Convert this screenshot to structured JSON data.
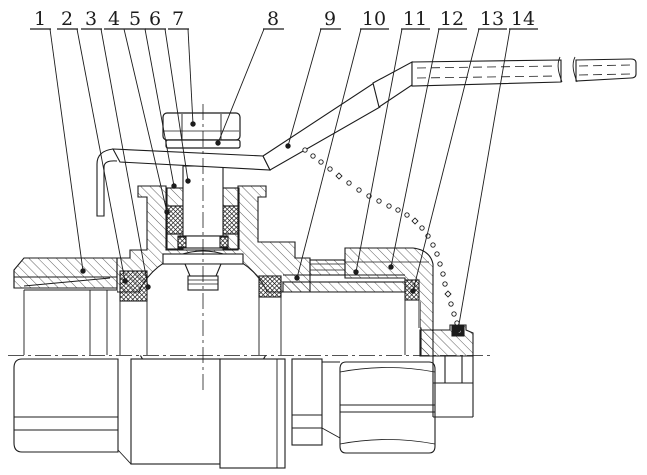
{
  "figure": {
    "kind": "technical-sectional-drawing",
    "subject": "Ball valve assembly cross-section with lever handle and retaining chain",
    "background_color": "#ffffff",
    "line_color": "#1c1c1c"
  },
  "callouts": {
    "labels": [
      "1",
      "2",
      "3",
      "4",
      "5",
      "6",
      "7",
      "8",
      "9",
      "10",
      "11",
      "12",
      "13",
      "14"
    ]
  }
}
